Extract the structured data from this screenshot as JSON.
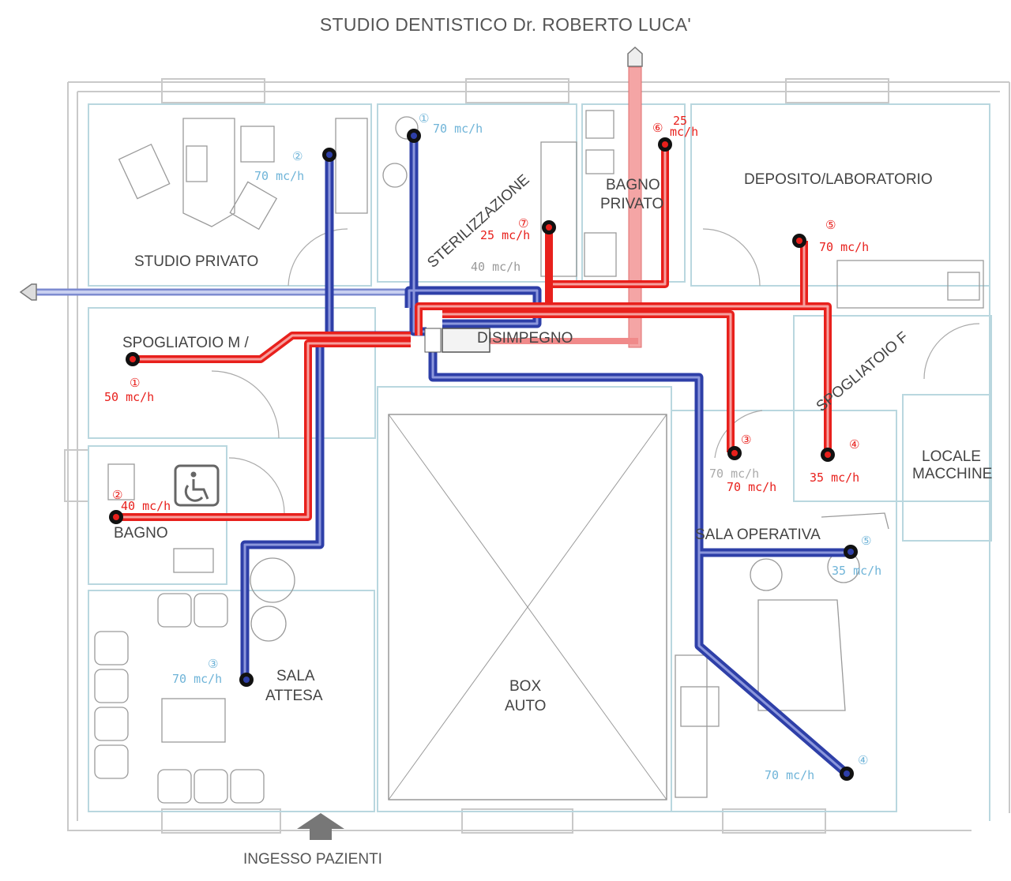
{
  "title": "STUDIO DENTISTICO Dr. ROBERTO LUCA'",
  "entrance_label": "INGESSO PAZIENTI",
  "colors": {
    "supply": "#e8201c",
    "extract": "#2e3fa8",
    "exhaust": "#f07a78",
    "wall": "#b9d7df",
    "text": "#444444"
  },
  "rooms": {
    "studio_privato": "STUDIO PRIVATO",
    "sterilizzazione": "STERILIZZAZIONE",
    "bagno_privato_1": "BAGNO",
    "bagno_privato_2": "PRIVATO",
    "deposito": "DEPOSITO/LABORATORIO",
    "spogliatoio_m": "SPOGLIATOIO M /",
    "disimpegno": "DISIMPEGNO",
    "spogliatoio_f": "SPOGLIATOIO F",
    "locale_macchine_1": "LOCALE",
    "locale_macchine_2": "MACCHINE",
    "bagno": "BAGNO",
    "sala_operativa": "SALA OPERATIVA",
    "sala_attesa_1": "SALA",
    "sala_attesa_2": "ATTESA",
    "box_auto_1": "BOX",
    "box_auto_2": "AUTO"
  },
  "flow_labels": {
    "studio_priv": {
      "num": "②",
      "text": "70 mc/h"
    },
    "steril_top": {
      "num": "①",
      "text": "70 mc/h"
    },
    "bagno_priv_num": "⑥",
    "bagno_priv_top": "25",
    "bagno_priv_bot": "mc/h",
    "steril_mid": {
      "num": "⑦",
      "text": "25 mc/h"
    },
    "steril_40": "40 mc/h",
    "deposito": {
      "num": "⑤",
      "text": "70 mc/h"
    },
    "spogl_m": {
      "num": "①",
      "text": "50 mc/h"
    },
    "bagno": {
      "num": "②",
      "text": "40 mc/h"
    },
    "sala_op_3": {
      "num": "③",
      "text": "70 mc/h"
    },
    "sala_op_70": "70 mc/h",
    "spogl_f": {
      "num": "④",
      "text": "35 mc/h"
    },
    "sala_op_5": {
      "num": "⑤",
      "text": "35 mc/h"
    },
    "sala_att": {
      "num": "③",
      "text": "70 mc/h"
    },
    "sala_op_4": {
      "num": "④",
      "text": "70 mc/h"
    }
  }
}
